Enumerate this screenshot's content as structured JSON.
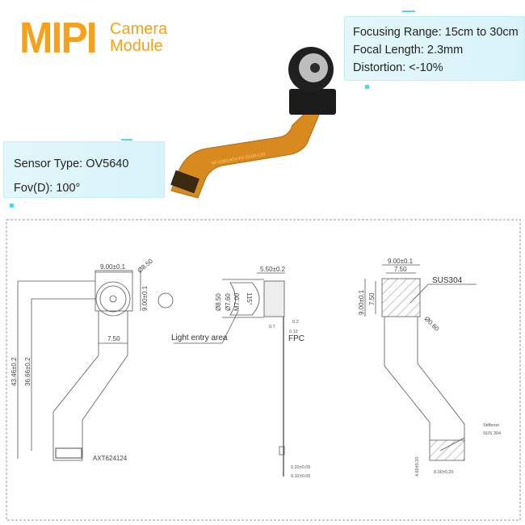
{
  "header": {
    "brand": "MIPI",
    "subtitle_line1": "Camera",
    "subtitle_line2": "Module"
  },
  "specs": {
    "focusing_range": "Focusing Range: 15cm to 30cm",
    "focal_length": "Focal Length: 2.3mm",
    "distortion": "Distortion: <-10%",
    "sensor_type": "Sensor Type: OV5640",
    "fov": "Fov(D): 100°"
  },
  "product_photo": {
    "fpc_print": "SF-C5014OV-FF-D100-L43"
  },
  "colors": {
    "brand": "#f5a21a",
    "fpc": "#d98a1e",
    "info_box": "#dff6fb"
  },
  "drawing": {
    "front": {
      "width": "9.00±0.1",
      "lens_dia": "Ø8.50",
      "height": "9.00±0.1",
      "neck": "7.50",
      "total_len": "43.46±0.2",
      "center_len": "36.66±0.2",
      "connector": "AXT624124"
    },
    "side": {
      "depth": "5.50±0.2",
      "d1": "Ø8.50",
      "d2": "Ø7.60",
      "thread": "M7.00",
      "angle": "115°",
      "light_entry": "Light entry area",
      "t1": "0.2",
      "t2": "0.7",
      "t3": "0.12",
      "fpc": "FPC",
      "b1": "0.20±0.05",
      "b2": "0.32±0.05"
    },
    "back": {
      "width": "9.00±0.1",
      "inner_w": "7.50",
      "height": "9.00±0.1",
      "inner_h": "7.50",
      "material": "SUS304",
      "hole": "Ø0.60",
      "stiffener": "Stiffener",
      "stiffener_mat": "SUS 304",
      "stiff_w": "8.00±0.20",
      "stiff_h": "4.60±0.20"
    }
  }
}
